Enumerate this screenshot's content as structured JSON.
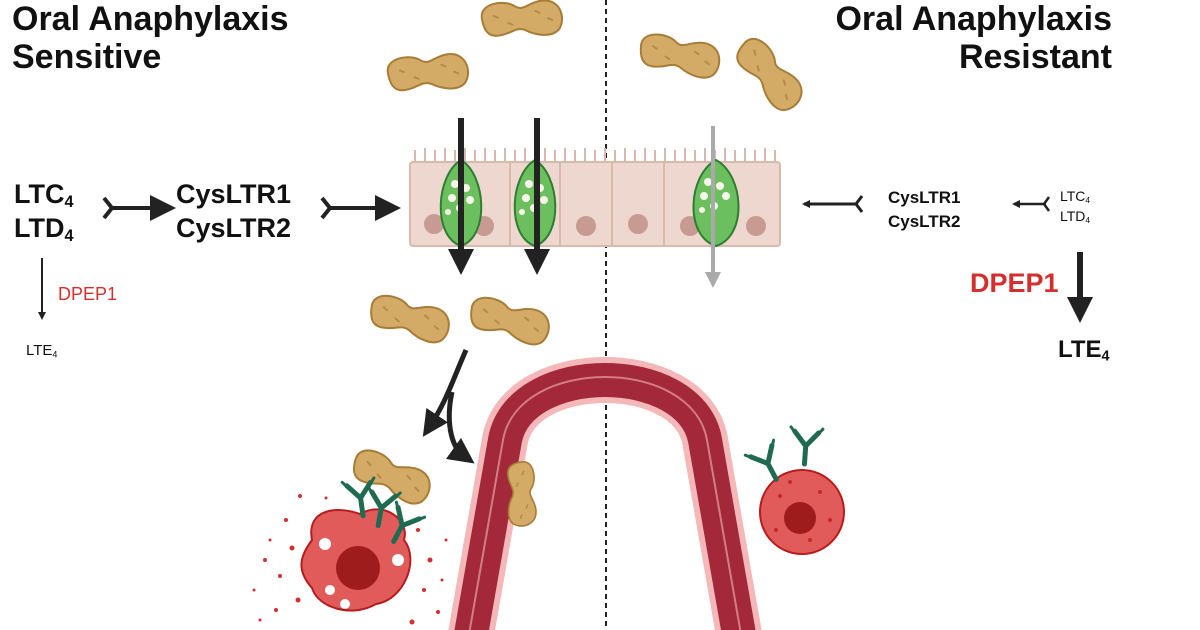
{
  "left": {
    "title_line1": "Oral Anaphylaxis",
    "title_line2": "Sensitive",
    "ltc": "LTC",
    "ltd": "LTD",
    "sub4": "4",
    "receptor1": "CysLTR1",
    "receptor2": "CysLTR2",
    "enzyme": "DPEP1",
    "lte": "LTE"
  },
  "right": {
    "title_line1": "Oral Anaphylaxis",
    "title_line2": "Resistant",
    "ltc": "LTC",
    "ltd": "LTD",
    "sub4": "4",
    "receptor1": "CysLTR1",
    "receptor2": "CysLTR2",
    "enzyme": "DPEP1",
    "lte": "LTE"
  },
  "colors": {
    "peanut": "#d4ab66",
    "epithelium": "#eed7cf",
    "tuft_cell": "#6cbf5e",
    "vessel": "#a3283a",
    "mast_cell": "#e25b5b",
    "antibody": "#1f6b52",
    "dpep1": "#d32f2f"
  }
}
